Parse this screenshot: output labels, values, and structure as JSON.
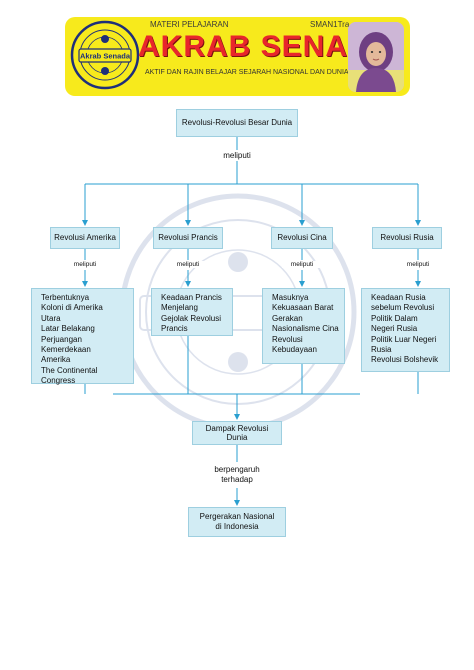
{
  "header": {
    "subject": "MATERI PELAJARAN",
    "school": "SMAN1Tra",
    "title": "AKRAB SENADA",
    "tagline": "AKTIF DAN RAJIN BELAJAR SEJARAH NASIONAL DAN DUNIA",
    "logo_text": "Akrab Senada"
  },
  "diagram": {
    "root": "Revolusi-Revolusi Besar Dunia",
    "root_connector": "meliputi",
    "branches": [
      {
        "title": "Revolusi Amerika",
        "connector": "meliputi",
        "items": [
          "Terbentuknya",
          "Koloni di Amerika",
          "Utara",
          "Latar Belakang",
          "Perjuangan",
          "Kemerdekaan",
          "Amerika",
          "The Continental",
          "Congress"
        ]
      },
      {
        "title": "Revolusi Prancis",
        "connector": "meliputi",
        "items": [
          "Keadaan Prancis",
          "Menjelang",
          "Gejolak Revolusi",
          "Prancis"
        ]
      },
      {
        "title": "Revolusi Cina",
        "connector": "meliputi",
        "items": [
          "Masuknya",
          "Kekuasaan Barat",
          "Gerakan",
          "Nasionalisme Cina",
          "Revolusi",
          "Kebudayaan"
        ]
      },
      {
        "title": "Revolusi Rusia",
        "connector": "meliputi",
        "items": [
          "Keadaan Rusia",
          "sebelum Revolusi",
          "Politik Dalam",
          "Negeri Rusia",
          "Politik Luar Negeri",
          "Rusia",
          "Revolusi Bolshevik"
        ]
      }
    ],
    "impact": [
      "Dampak Revolusi",
      "Dunia"
    ],
    "impact_connector": [
      "berpengaruh",
      "terhadap"
    ],
    "result": [
      "Pergerakan Nasional",
      "di Indonesia"
    ]
  },
  "colors": {
    "banner": "#f7ea1c",
    "title_red": "#e8262b",
    "box_fill": "#d2ecf4",
    "box_border": "#9ecfe0",
    "connector": "#2a9fd0"
  },
  "icons": {
    "logo": "school-stamp-logo",
    "portrait": "teacher-portrait",
    "watermark": "stamp-watermark"
  }
}
